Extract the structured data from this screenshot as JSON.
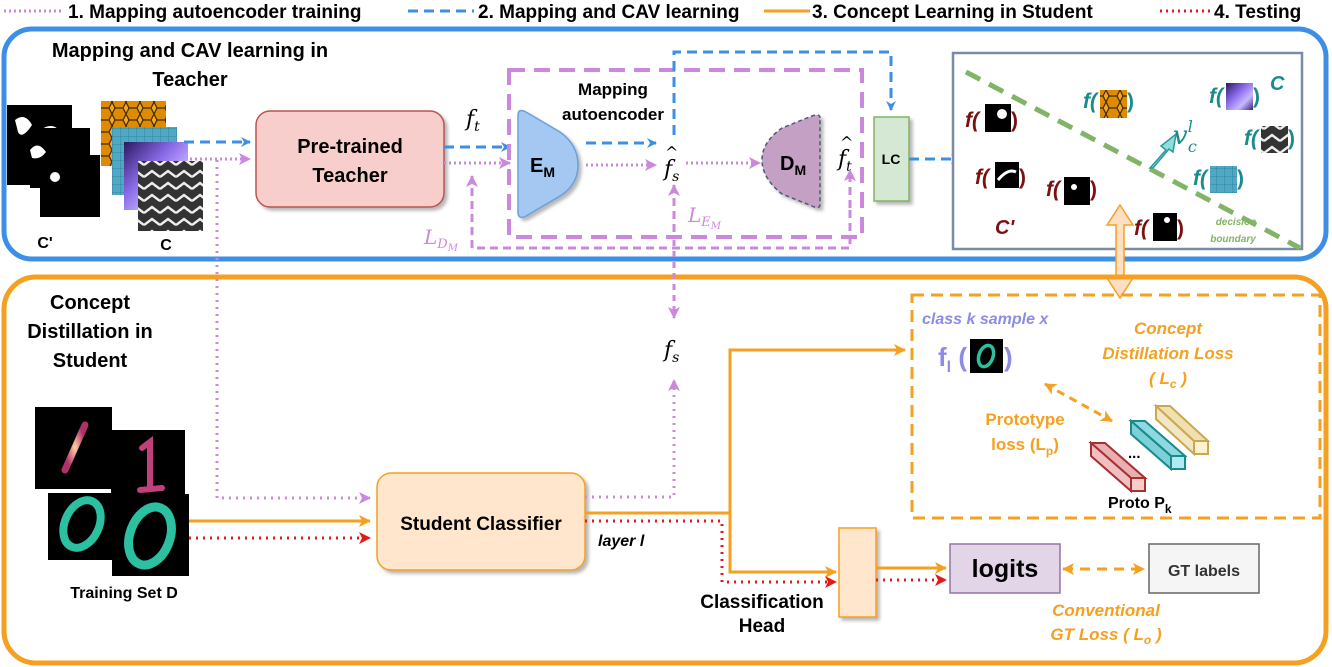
{
  "legend": [
    {
      "label": "1. Mapping autoencoder training",
      "style": "dotted",
      "color": "#cc88dd"
    },
    {
      "label": "2. Mapping and CAV learning",
      "style": "dashed",
      "color": "#3d8fe6"
    },
    {
      "label": "3. Concept Learning in Student",
      "style": "solid",
      "color": "#f5a020"
    },
    {
      "label": "4. Testing",
      "style": "dotted",
      "color": "#e31a1a"
    }
  ],
  "teacher_panel": {
    "title_line1": "Mapping and CAV learning in",
    "title_line2": "Teacher",
    "concept_neg_label": "C'",
    "concept_pos_label": "C",
    "teacher_box_line1": "Pre-trained",
    "teacher_box_line2": "Teacher",
    "f_t": "f",
    "f_t_sub": "t",
    "autoencoder_line1": "Mapping",
    "autoencoder_line2": "autoencoder",
    "encoder_label": "E",
    "encoder_sub": "M",
    "decoder_label": "D",
    "decoder_sub": "M",
    "f_s_hat": "f",
    "f_s_hat_sub": "s",
    "f_t_hat": "f",
    "f_t_hat_sub": "t",
    "loss_dm": "L",
    "loss_dm_sub": "D",
    "loss_dm_subsub": "M",
    "loss_em": "L",
    "loss_em_sub": "E",
    "loss_em_subsub": "M",
    "lc_label": "LC"
  },
  "cav_space": {
    "f_prefix": "f(",
    "f_suffix": ")",
    "pos_label": "C",
    "neg_label": "C'",
    "cav_symbol": "v",
    "cav_sup": "l",
    "cav_sub": "c",
    "boundary_line1": "decision",
    "boundary_line2": "boundary"
  },
  "student_panel": {
    "title_line1": "Concept",
    "title_line2": "Distillation in",
    "title_line3": "Student",
    "training_set_label": "Training Set D",
    "student_box": "Student Classifier",
    "layer_label": "layer l",
    "f_s": "f",
    "f_s_sub": "s",
    "head_line1": "Classification",
    "head_line2": "Head",
    "logits": "logits",
    "gt_labels": "GT labels",
    "gt_loss_line1": "Conventional",
    "gt_loss_line2": "GT Loss ( L",
    "gt_loss_sub": "o",
    "gt_loss_end": " )"
  },
  "distill_box": {
    "sample_label": "class k sample x",
    "f_l": "f",
    "f_l_sub": "l",
    "cd_loss_line1": "Concept",
    "cd_loss_line2": "Distillation Loss",
    "cd_loss_line3": "( L",
    "cd_loss_sub": "c",
    "cd_loss_end": " )",
    "proto_loss_line1": "Prototype",
    "proto_loss_line2": "loss (L",
    "proto_loss_sub": "p",
    "proto_loss_end": ")",
    "ellipsis": "...",
    "proto_label": "Proto P",
    "proto_sub": "k"
  },
  "colors": {
    "teacher_border": "#3d8fe6",
    "student_border": "#f5a020",
    "mapping_purple": "#cc88dd",
    "testing_red": "#e31a1a",
    "neg_concept": "#7a1010",
    "pos_concept": "#1a8a8a",
    "boundary_green": "#82b366",
    "sample_lavender": "#8c8ce8"
  }
}
